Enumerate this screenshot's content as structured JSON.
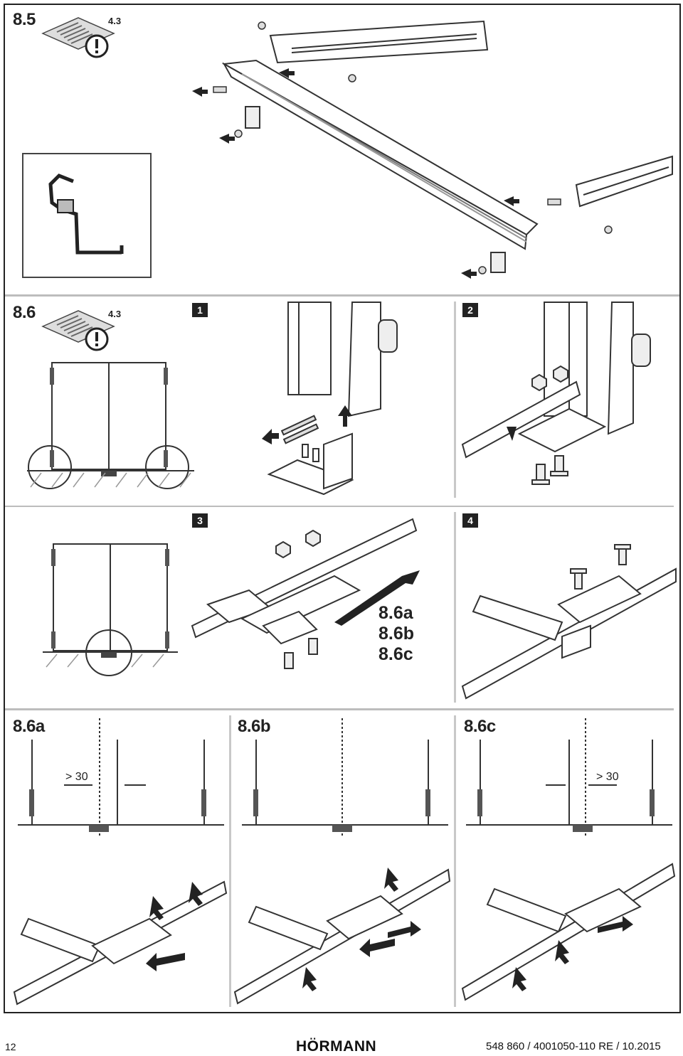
{
  "sections": {
    "s85": {
      "label": "8.5",
      "ref": "4.3"
    },
    "s86": {
      "label": "8.6",
      "ref": "4.3",
      "steps": [
        "1",
        "2",
        "3",
        "4"
      ],
      "variants": [
        "8.6a",
        "8.6b",
        "8.6c"
      ]
    },
    "s86a": {
      "label": "8.6a",
      "dimension": "> 30"
    },
    "s86b": {
      "label": "8.6b"
    },
    "s86c": {
      "label": "8.6c",
      "dimension": "> 30"
    }
  },
  "footer": {
    "page_number": "12",
    "brand": "HÖRMANN",
    "doc_reference": "548 860 / 4001050-110 RE / 10.2015"
  },
  "icons": [
    "manual-page-icon",
    "warning-icon",
    "arrow-icon",
    "screw-icon",
    "nut-icon",
    "bracket-icon"
  ]
}
